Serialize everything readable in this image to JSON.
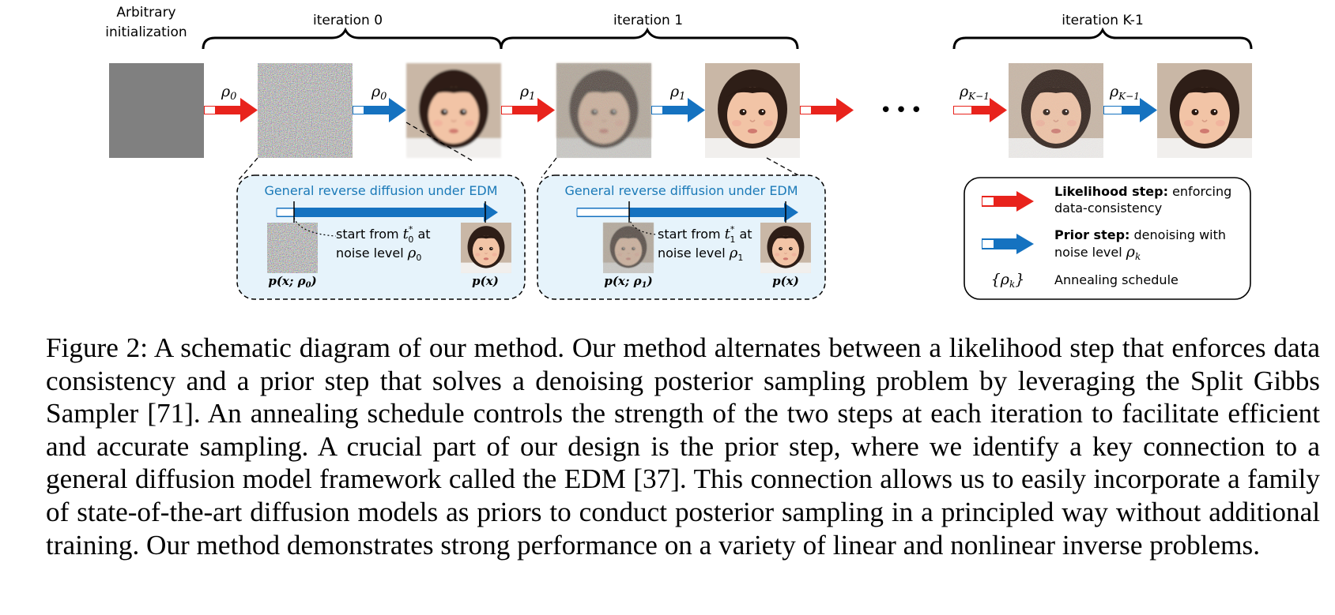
{
  "diagram": {
    "init_label_line1": "Arbitrary",
    "init_label_line2": "initialization",
    "iterations": [
      "iteration 0",
      "iteration 1",
      "iteration K-1"
    ],
    "rho_0": "ρ",
    "rho_0_sub": "0",
    "rho_1": "ρ",
    "rho_1_sub": "1",
    "rho_k1": "ρ",
    "rho_k1_sub": "K−1",
    "ellipsis": "•••",
    "colors": {
      "likelihood": "#e8231c",
      "prior": "#1572c0",
      "panel_fill": "#e6f3fb",
      "panel_title": "#1b7ab8",
      "init_gray": "#808080"
    },
    "panel0": {
      "title": "General reverse diffusion under EDM",
      "start_line1": "start from ",
      "start_t": "t",
      "start_t_sup": "*",
      "start_t_sub": "0",
      "start_at": " at",
      "start_line2": "noise level ",
      "start_rho": "ρ",
      "start_rho_sub": "0",
      "left_caption": "p(x; ρ",
      "left_caption_sub": "0",
      "left_caption_end": ")",
      "right_caption": "p(x)"
    },
    "panel1": {
      "title": "General reverse diffusion under EDM",
      "start_line1": "start from ",
      "start_t": "t",
      "start_t_sup": "*",
      "start_t_sub": "1",
      "start_at": " at",
      "start_line2": "noise level ",
      "start_rho": "ρ",
      "start_rho_sub": "1",
      "left_caption": "p(x; ρ",
      "left_caption_sub": "1",
      "left_caption_end": ")",
      "right_caption": "p(x)"
    },
    "legend": {
      "likelihood_bold": "Likelihood step:",
      "likelihood_rest": " enforcing",
      "likelihood_line2": "data-consistency",
      "prior_bold": "Prior step:",
      "prior_rest": " denoising with",
      "prior_line2": "noise level ",
      "prior_rho": "ρ",
      "prior_rho_sub": "k",
      "schedule_symbol": "{ρ",
      "schedule_symbol_sub": "k",
      "schedule_symbol_end": "}",
      "schedule_label": "Annealing schedule"
    }
  },
  "caption": "Figure 2: A schematic diagram of our method. Our method alternates between a likelihood step that enforces data consistency and a prior step that solves a denoising posterior sampling problem by leveraging the Split Gibbs Sampler [71]. An annealing schedule controls the strength of the two steps at each iteration to facilitate efficient and accurate sampling. A crucial part of our design is the prior step, where we identify a key connection to a general diffusion model framework called the EDM [37]. This connection allows us to easily incorporate a family of state-of-the-art diffusion models as priors to conduct posterior sampling in a principled way without additional training. Our method demonstrates strong performance on a variety of linear and nonlinear inverse problems."
}
